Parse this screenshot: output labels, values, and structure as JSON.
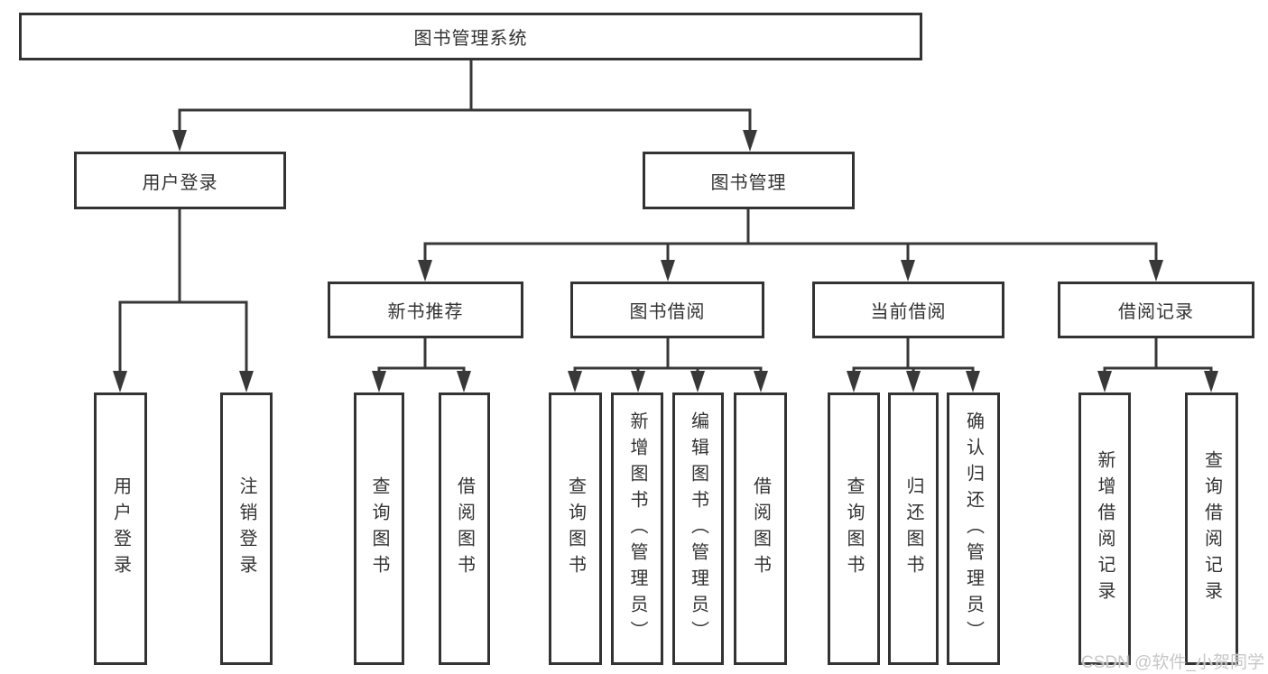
{
  "watermark": "CSDN @软件_小贺同学",
  "colors": {
    "line": "#383838",
    "box_border": "#333333",
    "text": "#333333",
    "watermark": "#c7c7c7",
    "background": "#ffffff"
  },
  "tree": {
    "root": {
      "label": "图书管理系统",
      "children": [
        {
          "label": "用户登录",
          "children": [
            {
              "label": "用户登录"
            },
            {
              "label": "注销登录"
            }
          ]
        },
        {
          "label": "图书管理",
          "children": [
            {
              "label": "新书推荐",
              "children": [
                {
                  "label": "查询图书"
                },
                {
                  "label": "借阅图书"
                }
              ]
            },
            {
              "label": "图书借阅",
              "children": [
                {
                  "label": "查询图书"
                },
                {
                  "label": "新增图书（管理员）"
                },
                {
                  "label": "编辑图书（管理员）"
                },
                {
                  "label": "借阅图书"
                }
              ]
            },
            {
              "label": "当前借阅",
              "children": [
                {
                  "label": "查询图书"
                },
                {
                  "label": "归还图书"
                },
                {
                  "label": "确认归还（管理员）"
                }
              ]
            },
            {
              "label": "借阅记录",
              "children": [
                {
                  "label": "新增借阅记录"
                },
                {
                  "label": "查询借阅记录"
                }
              ]
            }
          ]
        }
      ]
    }
  }
}
